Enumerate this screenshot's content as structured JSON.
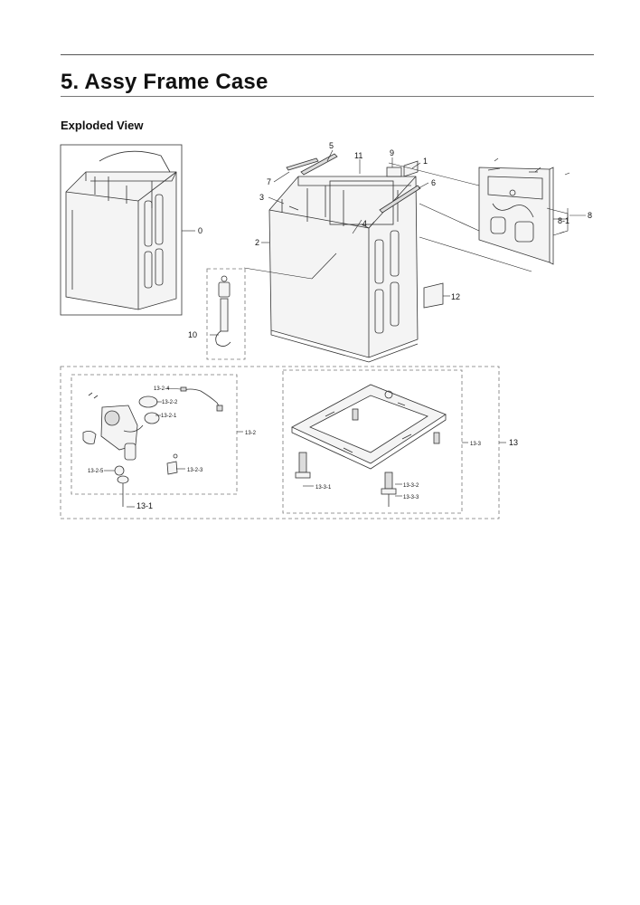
{
  "header": {
    "section_title": "5.  Assy Frame Case",
    "subtitle": "Exploded View"
  },
  "callouts": {
    "c0": "0",
    "c1": "1",
    "c2": "2",
    "c3": "3",
    "c4": "4",
    "c5": "5",
    "c6": "6",
    "c7": "7",
    "c8": "8",
    "c8_1": "8-1",
    "c9": "9",
    "c10": "10",
    "c11": "11",
    "c12": "12",
    "c13": "13",
    "c13_1": "13-1",
    "c13_2": "13-2",
    "c13_2_1": "13-2-1",
    "c13_2_2": "13-2-2",
    "c13_2_3": "13-2-3",
    "c13_2_4": "13-2-4",
    "c13_2_5": "13-2-5",
    "c13_3": "13-3",
    "c13_3_1": "13-3-1",
    "c13_3_2": "13-3-2",
    "c13_3_3": "13-3-3"
  },
  "colors": {
    "line": "#333333",
    "dash": "#777777",
    "panel_fill": "#f4f4f4"
  }
}
